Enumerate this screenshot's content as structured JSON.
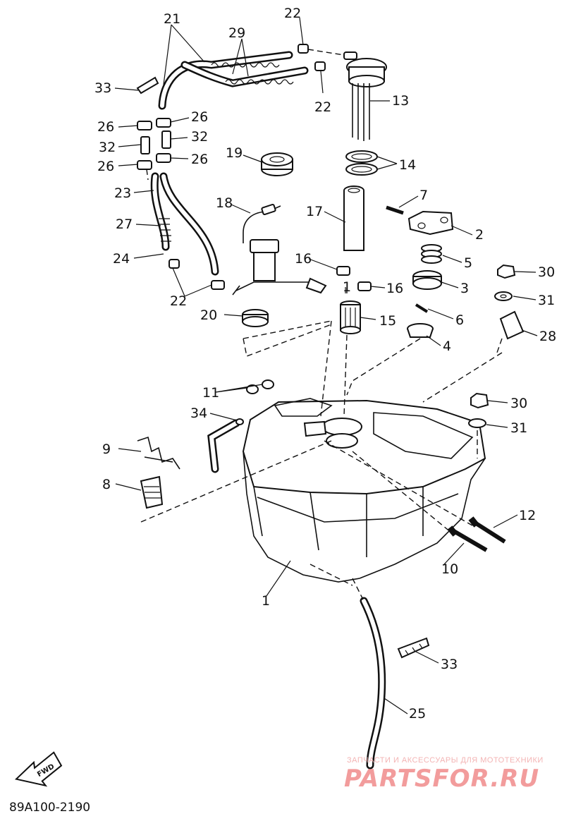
{
  "diagram": {
    "labels": [
      "21",
      "22",
      "29",
      "33",
      "13",
      "22",
      "26",
      "26",
      "32",
      "32",
      "26",
      "26",
      "19",
      "14",
      "23",
      "7",
      "18",
      "17",
      "27",
      "2",
      "24",
      "5",
      "30",
      "16",
      "16",
      "3",
      "22",
      "31",
      "20",
      "1",
      "15",
      "6",
      "28",
      "4",
      "11",
      "30",
      "34",
      "31",
      "9",
      "8",
      "12",
      "10",
      "1",
      "33",
      "25"
    ],
    "drawing_code": "89A100-2190",
    "forward_mark": "FWD"
  },
  "watermark": {
    "tagline": "ЗАПЧАСТИ И АКСЕССУАРЫ ДЛЯ МОТОТЕХНИКИ",
    "brand": "PARTSFOR.RU"
  }
}
